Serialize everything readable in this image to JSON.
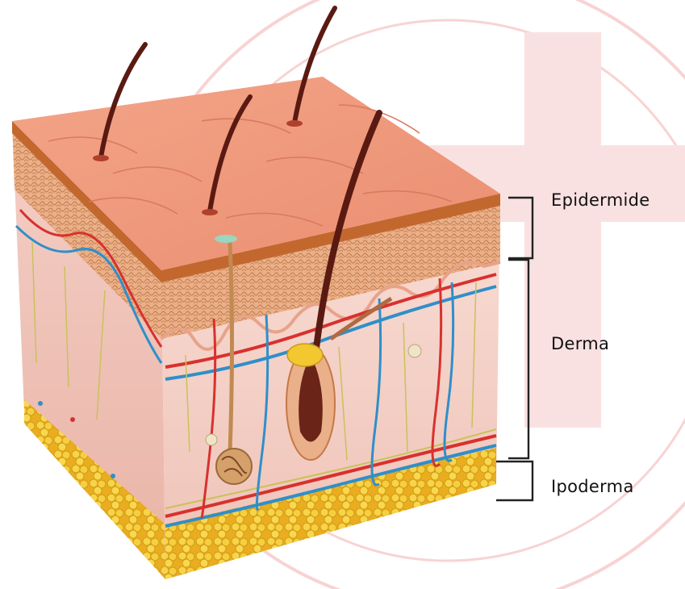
{
  "labels": {
    "epidermis": "Epidermide",
    "dermis": "Derma",
    "hypodermis": "Ipoderma"
  },
  "colors": {
    "skin_surface": "#f29a7e",
    "epidermis_band": "#c9743c",
    "dermis_pink": "#f6d7cf",
    "fat_yellow": "#f2c72f",
    "hair": "#5a1a12",
    "artery": "#d8312e",
    "vein": "#2f8fc9",
    "nerve": "#c9c25a",
    "watermark": "#f3b0b0",
    "bracket": "#222222"
  },
  "icons": [
    "hair-follicle-icon",
    "sweat-gland-icon",
    "sebaceous-gland-icon"
  ]
}
